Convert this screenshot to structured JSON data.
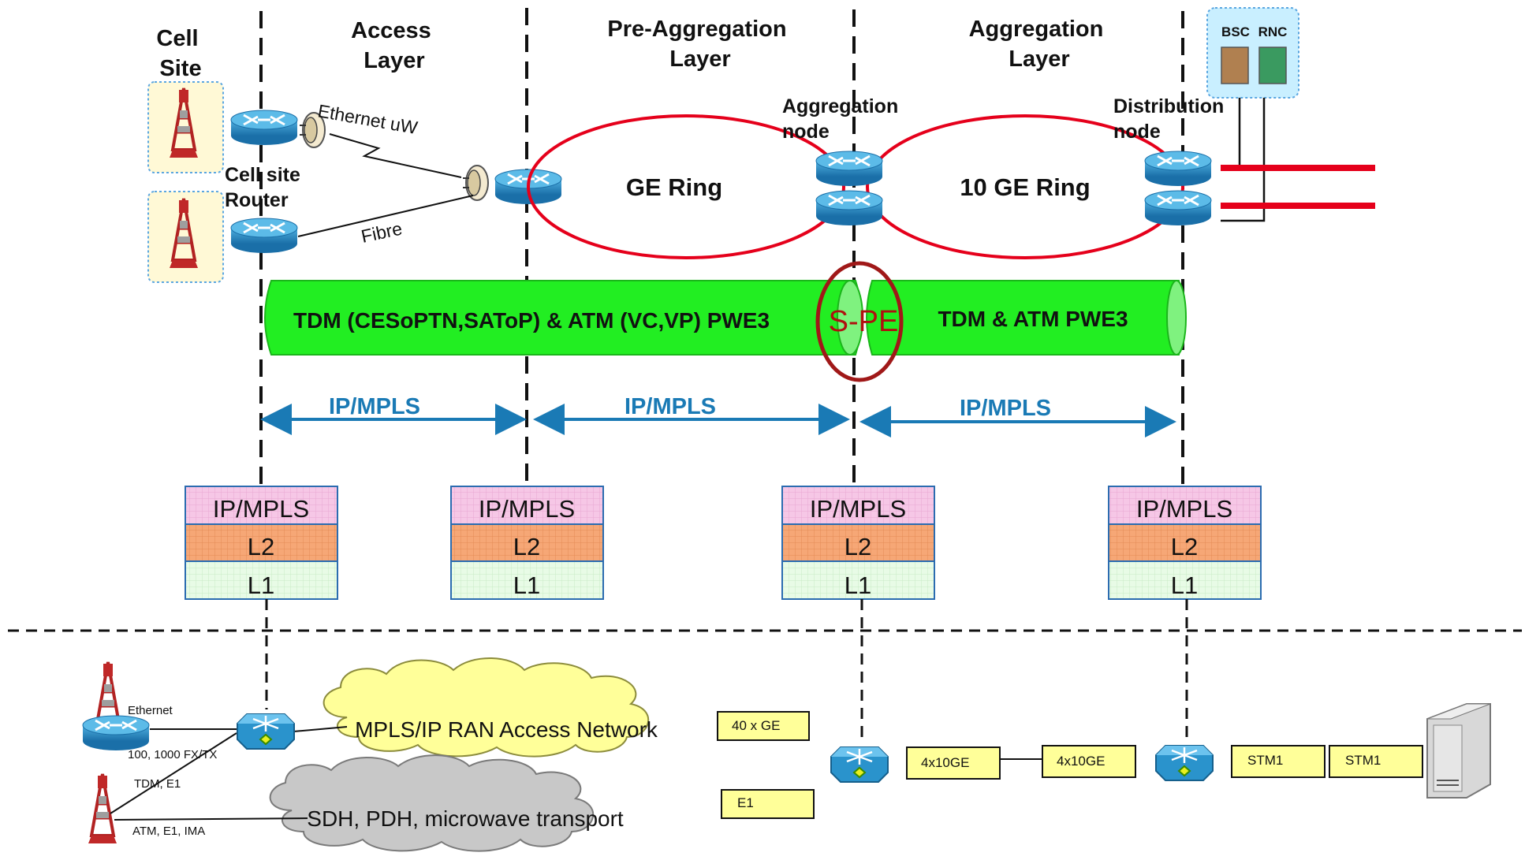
{
  "layers": {
    "cell_site": "Cell\nSite",
    "access": "Access\nLayer",
    "pre_aggregation": "Pre-Aggregation\nLayer",
    "aggregation": "Aggregation\nLayer"
  },
  "labels": {
    "cell_site_router": "Cell site\nRouter",
    "ethernet_uw": "Ethernet uW",
    "fibre": "Fibre",
    "aggregation_node": "Aggregation\nnode",
    "distribution_node": "Distribution\nnode",
    "bsc": "BSC",
    "rnc": "RNC"
  },
  "rings": {
    "ge": "GE Ring",
    "ten_ge": "10 GE Ring"
  },
  "pseudowires": {
    "left": "TDM (CESoPTN,SAToP) & ATM (VC,VP) PWE3",
    "right": "TDM & ATM PWE3",
    "spe": "S-PE"
  },
  "ipmpls_spans": [
    "IP/MPLS",
    "IP/MPLS",
    "IP/MPLS"
  ],
  "stack_layers": [
    "IP/MPLS",
    "L2",
    "L1"
  ],
  "bottom": {
    "ethernet": "Ethernet",
    "rate": "100, 1000 FX/TX",
    "tdm": "TDM, E1",
    "atm": "ATM, E1, IMA",
    "mpls_cloud": "MPLS/IP RAN Access Network",
    "sdh_cloud": "SDH, PDH, microwave transport",
    "box_40ge": "40 x GE",
    "box_e1": "E1",
    "box_4x10ge_a": "4x10GE",
    "box_4x10ge_b": "4x10GE",
    "box_stm1_a": "STM1",
    "box_stm1_b": "STM1"
  },
  "colors": {
    "ring": "#e5001b",
    "pipe": "#22ee22",
    "arrow": "#1a7ab5",
    "stack_top": "#f6c7e6",
    "stack_mid": "#f6a776",
    "stack_bottom": "#e8fbe6",
    "label_box": "#ffff99",
    "cloud_yellow": "#ffff99",
    "cloud_gray": "#c8c8c8"
  }
}
